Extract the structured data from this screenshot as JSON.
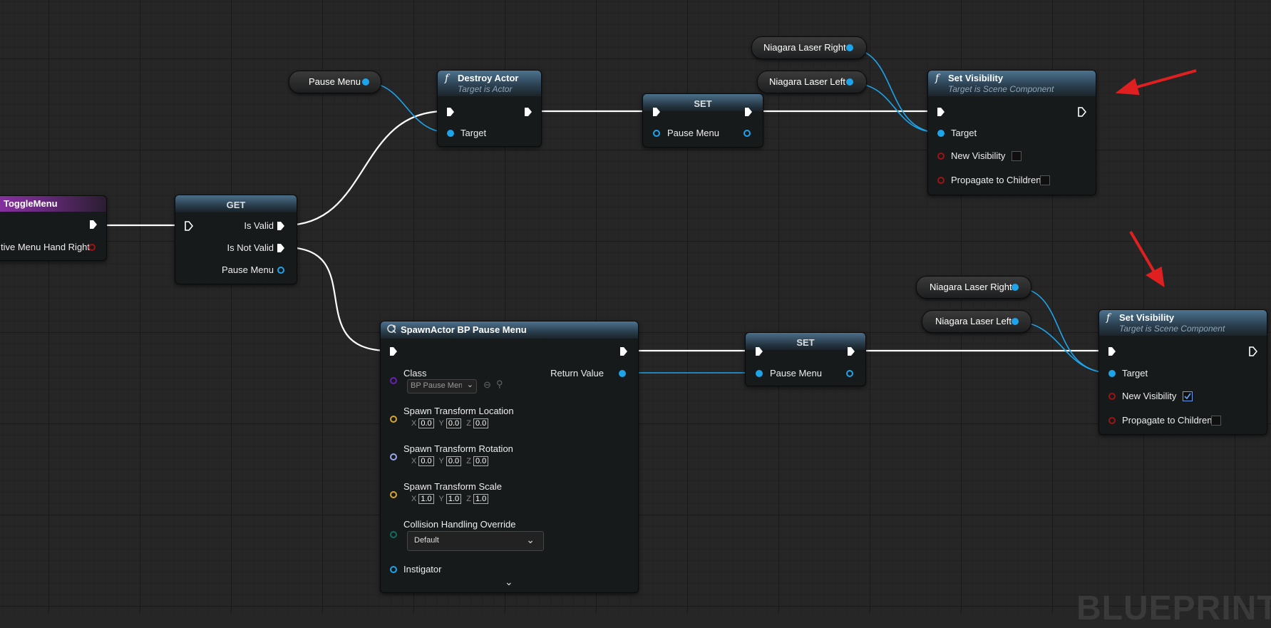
{
  "canvas": {
    "watermark": "BLUEPRINT"
  },
  "toggle_menu": {
    "title": "ToggleMenu",
    "pin_label": "tive Menu Hand Right"
  },
  "get_node": {
    "title": "GET",
    "is_valid": "Is Valid",
    "is_not_valid": "Is Not Valid",
    "output": "Pause Menu"
  },
  "pause_menu_var": {
    "label": "Pause Menu"
  },
  "destroy_actor": {
    "title": "Destroy Actor",
    "subtitle": "Target is Actor",
    "target": "Target"
  },
  "set_top": {
    "title": "SET",
    "pin": "Pause Menu"
  },
  "laser_top": {
    "right": "Niagara Laser Right",
    "left": "Niagara Laser Left"
  },
  "set_vis_top": {
    "title": "Set Visibility",
    "subtitle": "Target is Scene Component",
    "target": "Target",
    "new_visibility": "New Visibility",
    "new_visibility_checked": false,
    "propagate": "Propagate to Children",
    "propagate_checked": false
  },
  "spawn_actor": {
    "title": "SpawnActor BP Pause Menu",
    "class_label": "Class",
    "class_value": "BP Pause Menu",
    "return_value": "Return Value",
    "location_label": "Spawn Transform Location",
    "location": {
      "x": "0.0",
      "y": "0.0",
      "z": "0.0"
    },
    "rotation_label": "Spawn Transform Rotation",
    "rotation": {
      "x": "0.0",
      "y": "0.0",
      "z": "0.0"
    },
    "scale_label": "Spawn Transform Scale",
    "scale": {
      "x": "1.0",
      "y": "1.0",
      "z": "1.0"
    },
    "collision_label": "Collision Handling Override",
    "collision_value": "Default",
    "instigator": "Instigator",
    "axis_x": "X",
    "axis_y": "Y",
    "axis_z": "Z"
  },
  "set_bottom": {
    "title": "SET",
    "pin": "Pause Menu"
  },
  "laser_bottom": {
    "right": "Niagara Laser Right",
    "left": "Niagara Laser Left"
  },
  "set_vis_bottom": {
    "title": "Set Visibility",
    "subtitle": "Target is Scene Component",
    "target": "Target",
    "new_visibility": "New Visibility",
    "new_visibility_checked": true,
    "propagate": "Propagate to Children",
    "propagate_checked": false
  },
  "colors": {
    "exec_wire": "#ffffff",
    "object_wire": "#1ea4ea",
    "annotation_arrow": "#e02020",
    "function_header": "#4d7390",
    "event_header": "#8a32a2"
  }
}
